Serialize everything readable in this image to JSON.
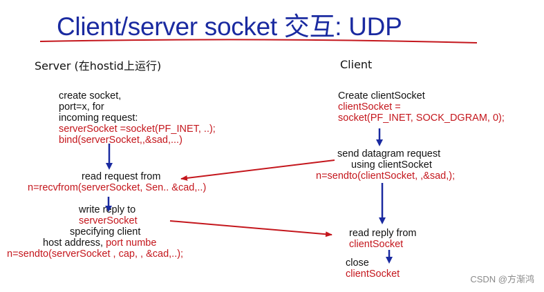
{
  "title": "Client/server socket 交互: UDP",
  "server_header": "Server (在hostid上运行)",
  "client_header": "Client",
  "server": {
    "create": [
      "create socket,",
      "port=x, for",
      "incoming request:"
    ],
    "create_code": [
      "serverSocket =socket(PF_INET, ..);",
      "bind(serverSocket,,&sad,...)"
    ],
    "read": "read request from",
    "read_code": "n=recvfrom(serverSocket, Sen.. &cad,..)",
    "write": "write reply to",
    "write_code": "serverSocket",
    "specify": [
      "specifying client",
      "host address, "
    ],
    "port_text": "port numbe",
    "send_code": "n=sendto(serverSocket , cap, , &cad,..);"
  },
  "client": {
    "create": "Create clientSocket",
    "create_code": [
      "clientSocket =",
      "socket(PF_INET, SOCK_DGRAM, 0);"
    ],
    "send": [
      "send datagram request",
      "using clientSocket"
    ],
    "send_code": "n=sendto(clientSocket, ,&sad,);",
    "read": "read reply from",
    "read_code": "clientSocket",
    "close": "close",
    "close_code": "clientSocket"
  },
  "watermark": "CSDN @方渐鸿",
  "colors": {
    "title": "#1a2aa0",
    "code": "#c4161c",
    "arrow_vertical": "#1a2aa0",
    "arrow_cross": "#c4161c"
  }
}
